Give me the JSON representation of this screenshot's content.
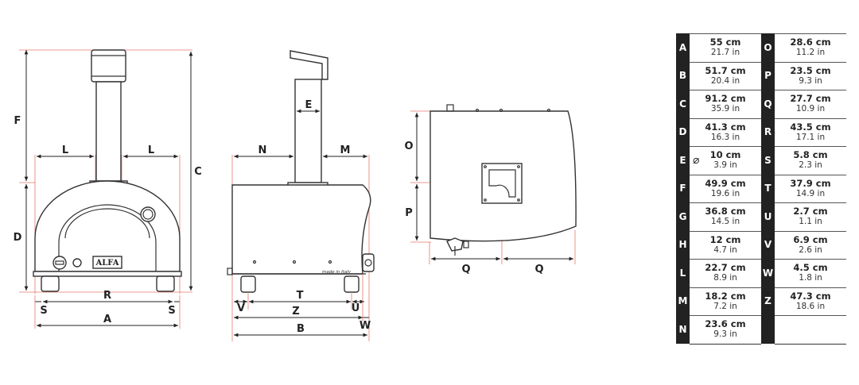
{
  "labels": {
    "front": {
      "F": "F",
      "D": "D",
      "L_left": "L",
      "L_right": "L",
      "C": "C",
      "R": "R",
      "S_left": "S",
      "S_right": "S",
      "A": "A",
      "brand": "ALFA"
    },
    "side": {
      "E": "E",
      "N": "N",
      "M": "M",
      "T": "T",
      "V": "V",
      "Z": "Z",
      "U": "U",
      "W": "W",
      "B": "B",
      "made_in": "made in Italy"
    },
    "back": {
      "O": "O",
      "P": "P",
      "Q_left": "Q",
      "Q_right": "Q"
    }
  },
  "table": {
    "left": [
      {
        "letter": "A",
        "cm": "55 cm",
        "in": "21.7 in",
        "diameter": ""
      },
      {
        "letter": "B",
        "cm": "51.7 cm",
        "in": "20.4 in",
        "diameter": ""
      },
      {
        "letter": "C",
        "cm": "91.2 cm",
        "in": "35.9 in",
        "diameter": ""
      },
      {
        "letter": "D",
        "cm": "41.3 cm",
        "in": "16.3 in",
        "diameter": ""
      },
      {
        "letter": "E",
        "cm": "10 cm",
        "in": "3.9 in",
        "diameter": "⌀"
      },
      {
        "letter": "F",
        "cm": "49.9 cm",
        "in": "19.6 in",
        "diameter": ""
      },
      {
        "letter": "G",
        "cm": "36.8 cm",
        "in": "14.5 in",
        "diameter": ""
      },
      {
        "letter": "H",
        "cm": "12 cm",
        "in": "4.7 in",
        "diameter": ""
      },
      {
        "letter": "L",
        "cm": "22.7 cm",
        "in": "8.9 in",
        "diameter": ""
      },
      {
        "letter": "M",
        "cm": "18.2 cm",
        "in": "7.2 in",
        "diameter": ""
      },
      {
        "letter": "N",
        "cm": "23.6 cm",
        "in": "9.3 in",
        "diameter": ""
      }
    ],
    "right": [
      {
        "letter": "O",
        "cm": "28.6 cm",
        "in": "11.2 in"
      },
      {
        "letter": "P",
        "cm": "23.5 cm",
        "in": "9.3 in"
      },
      {
        "letter": "Q",
        "cm": "27.7 cm",
        "in": "10.9 in"
      },
      {
        "letter": "R",
        "cm": "43.5 cm",
        "in": "17.1 in"
      },
      {
        "letter": "S",
        "cm": "5.8 cm",
        "in": "2.3 in"
      },
      {
        "letter": "T",
        "cm": "37.9 cm",
        "in": "14.9 in"
      },
      {
        "letter": "U",
        "cm": "2.7 cm",
        "in": "1.1 in"
      },
      {
        "letter": "V",
        "cm": "6.9 cm",
        "in": "2.6 in"
      },
      {
        "letter": "W",
        "cm": "4.5 cm",
        "in": "1.8 in"
      },
      {
        "letter": "Z",
        "cm": "47.3 cm",
        "in": "18.6 in"
      },
      {
        "letter": "",
        "cm": "",
        "in": ""
      }
    ]
  }
}
